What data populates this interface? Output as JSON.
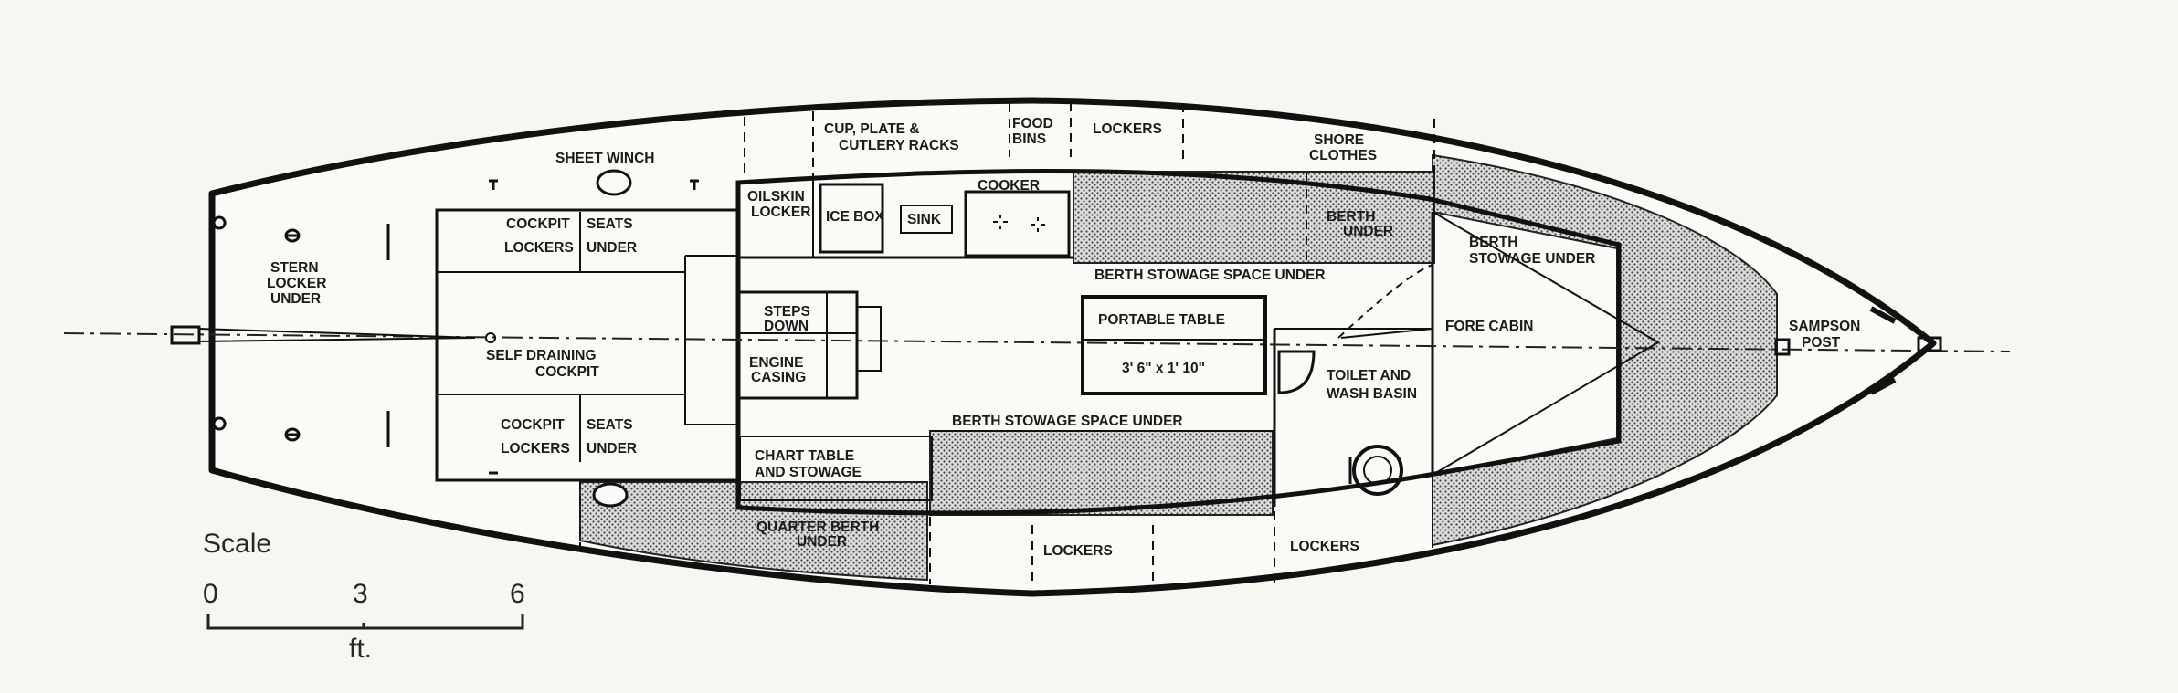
{
  "labels": {
    "sheet_winch": "SHEET WINCH",
    "cup_plate": "CUP, PLATE &",
    "cutlery_racks": "CUTLERY RACKS",
    "food": "FOOD",
    "bins": "BINS",
    "lockers_top": "LOCKERS",
    "shore": "SHORE",
    "clothes": "CLOTHES",
    "stern": "STERN",
    "locker": "LOCKER",
    "under": "UNDER",
    "cockpit_top": "COCKPIT",
    "seats_top": "SEATS",
    "lockers_ct": "LOCKERS",
    "under_ct": "UNDER",
    "oilskin": "OILSKIN",
    "oilskin_locker": "LOCKER",
    "ice_box": "ICE BOX",
    "sink": "SINK",
    "cooker": "COOKER",
    "berth_top_r1": "BERTH",
    "berth_top_r2": "UNDER",
    "berth_fore_r1": "BERTH",
    "berth_fore_r2": "STOWAGE UNDER",
    "berth_stowage_upper": "BERTH   STOWAGE SPACE UNDER",
    "steps": "STEPS",
    "down": "DOWN",
    "engine": "ENGINE",
    "casing": "CASING",
    "portable_table": "PORTABLE TABLE",
    "table_size": "3' 6\" x 1' 10\"",
    "fore_cabin": "FORE CABIN",
    "sampson": "SAMPSON",
    "post": "POST",
    "self_draining": "SELF DRAINING",
    "cockpit_mid": "COCKPIT",
    "toilet": "TOILET AND",
    "wash_basin": "WASH BASIN",
    "berth_stowage_lower": "BERTH   STOWAGE SPACE UNDER",
    "cockpit_bot": "COCKPIT",
    "seats_bot": "SEATS",
    "lockers_cb": "LOCKERS",
    "under_cb": "UNDER",
    "chart_table": "CHART TABLE",
    "and_stowage": "AND STOWAGE",
    "quarter_berth": "QUARTER BERTH",
    "quarter_under": "UNDER",
    "lockers_bot1": "LOCKERS",
    "lockers_bot2": "LOCKERS"
  },
  "scale": {
    "title": "Scale",
    "tick0": "0",
    "tick3": "3",
    "tick6": "6",
    "unit": "ft."
  }
}
